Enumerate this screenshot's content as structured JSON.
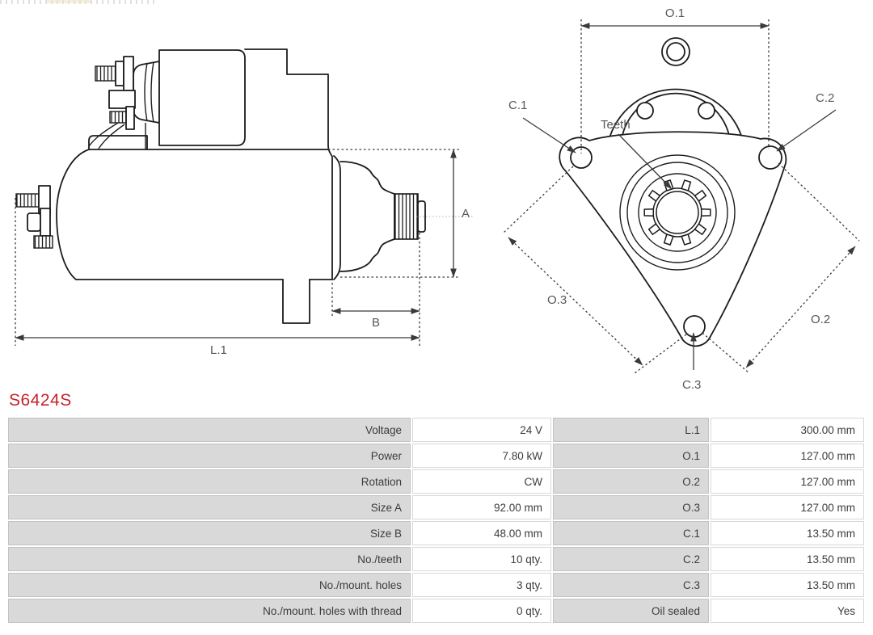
{
  "part": {
    "number": "S6424S"
  },
  "colors": {
    "part_number": "#c8232c",
    "table_label_bg": "#d9d9d9",
    "drawing_line": "#1c1c1c",
    "dim_label": "#57575a"
  },
  "side_view": {
    "dim_a": "A",
    "dim_b": "B",
    "dim_l1": "L.1"
  },
  "flange_view": {
    "dim_o1": "O.1",
    "dim_o2": "O.2",
    "dim_o3": "O.3",
    "dim_c1": "C.1",
    "dim_c2": "C.2",
    "dim_c3": "C.3",
    "teeth_label": "Teeth"
  },
  "spec_table": {
    "rows": [
      {
        "label1": "Voltage",
        "value1": "24 V",
        "label2": "L.1",
        "value2": "300.00 mm"
      },
      {
        "label1": "Power",
        "value1": "7.80 kW",
        "label2": "O.1",
        "value2": "127.00 mm"
      },
      {
        "label1": "Rotation",
        "value1": "CW",
        "label2": "O.2",
        "value2": "127.00 mm"
      },
      {
        "label1": "Size A",
        "value1": "92.00 mm",
        "label2": "O.3",
        "value2": "127.00 mm"
      },
      {
        "label1": "Size B",
        "value1": "48.00 mm",
        "label2": "C.1",
        "value2": "13.50 mm"
      },
      {
        "label1": "No./teeth",
        "value1": "10 qty.",
        "label2": "C.2",
        "value2": "13.50 mm"
      },
      {
        "label1": "No./mount. holes",
        "value1": "3 qty.",
        "label2": "C.3",
        "value2": "13.50 mm"
      },
      {
        "label1": "No./mount. holes with thread",
        "value1": "0 qty.",
        "label2": "Oil sealed",
        "value2": "Yes"
      }
    ]
  }
}
